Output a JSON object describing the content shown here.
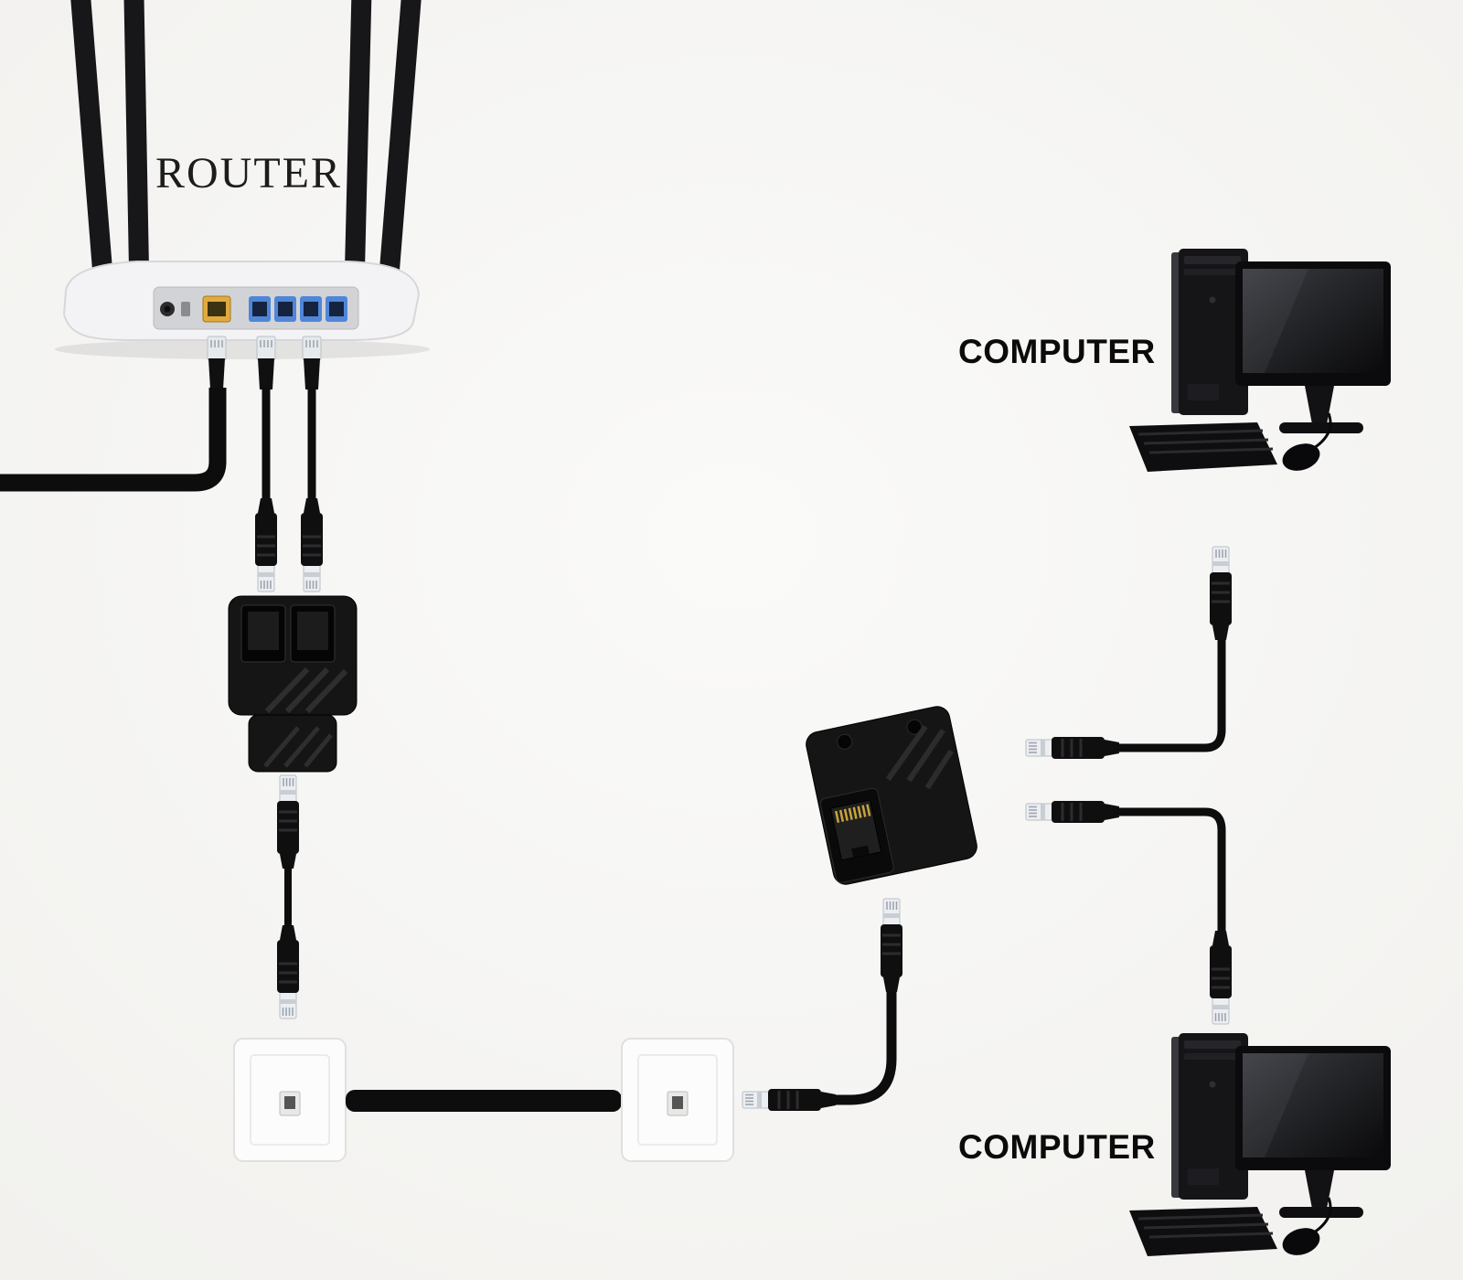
{
  "scene": {
    "background": "#f6f5f3",
    "labels": {
      "router": "ROUTER",
      "computer_top": "COMPUTER",
      "computer_bottom": "COMPUTER"
    },
    "colors": {
      "cable": "#0d0d0e",
      "router_body": "#f3f3f5",
      "router_panel": "#d2d3d6",
      "wan_port": "#e2aa3c",
      "lan_port": "#4f86d8",
      "splitter": "#151515",
      "connector_tip": "#eceef1",
      "port_pins_gold": "#c9a43c",
      "wall_plate": "#fcfcfc"
    },
    "components": {
      "router": "wifi-router",
      "splitter_left": "rj45-splitter-1-to-2",
      "splitter_right": "rj45-splitter-1-to-2",
      "wall_plate_left": "ethernet-wall-plate",
      "wall_plate_right": "ethernet-wall-plate",
      "computer_top": "desktop-computer",
      "computer_bottom": "desktop-computer"
    }
  }
}
